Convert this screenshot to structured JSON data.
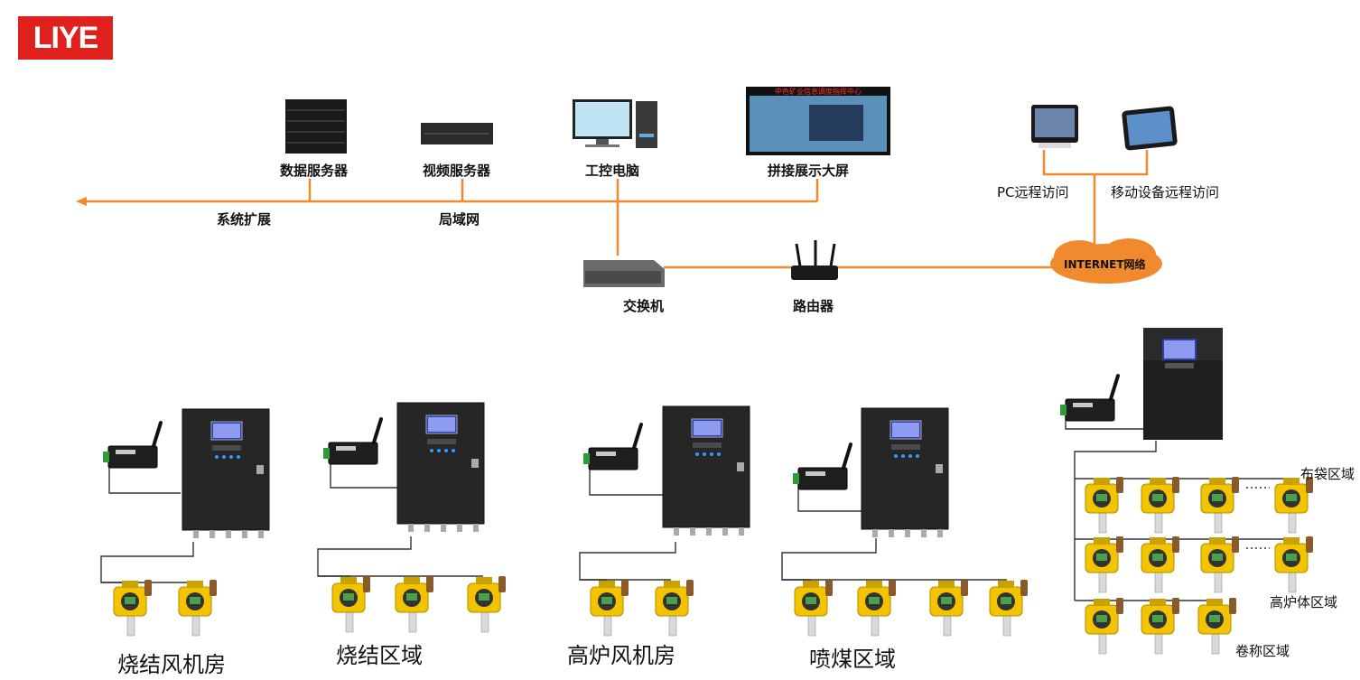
{
  "logo": {
    "text": "LIYE"
  },
  "devices": {
    "data_server": "数据服务器",
    "video_server": "视频服务器",
    "ipc": "工控电脑",
    "video_wall": "拼接展示大屏",
    "video_wall_banner": "中色矿业信息调度指挥中心"
  },
  "network": {
    "extension": "系统扩展",
    "lan": "局域网",
    "switch": "交换机",
    "router": "路由器",
    "internet": "INTERNET网络",
    "pc_remote": "PC远程访问",
    "mobile_remote": "移动设备远程访问"
  },
  "areas": {
    "sinter_fan": "烧结风机房",
    "sinter_area": "烧结区域",
    "furnace_fan": "高炉风机房",
    "coal_injection": "喷煤区域",
    "bag_area": "布袋区域",
    "furnace_body": "高炉体区域",
    "coiling_area": "卷称区域"
  },
  "colors": {
    "brand": "#e0201c",
    "bus": "#f08a2c",
    "wire": "#333333",
    "detector": "#f2c400"
  }
}
